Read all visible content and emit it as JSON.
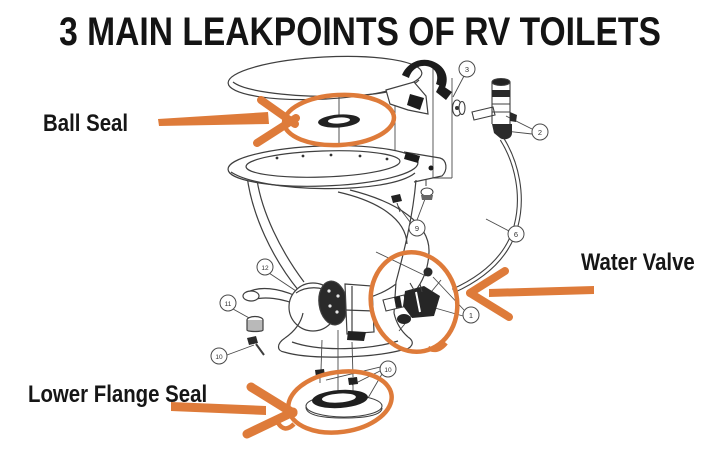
{
  "title": "3 MAIN LEAKPOINTS OF RV TOILETS",
  "labels": {
    "ball_seal": "Ball Seal",
    "water_valve": "Water Valve",
    "lower_flange_seal": "Lower Flange Seal"
  },
  "diagram": {
    "description": "Exploded parts view of an RV toilet with three leak points highlighted",
    "highlighted_parts": [
      "Ball Seal",
      "Water Valve",
      "Lower Flange Seal"
    ],
    "callouts": [
      {
        "number": "3"
      },
      {
        "number": "2"
      },
      {
        "number": "9"
      },
      {
        "number": "6"
      },
      {
        "number": "12"
      },
      {
        "number": "11"
      },
      {
        "number": "10"
      },
      {
        "number": "1"
      },
      {
        "number": "10"
      }
    ]
  },
  "colors": {
    "accent_orange": "#DE7B3A",
    "line_art": "#3f3f3f",
    "text": "#141414",
    "background": "#FFFFFF"
  }
}
